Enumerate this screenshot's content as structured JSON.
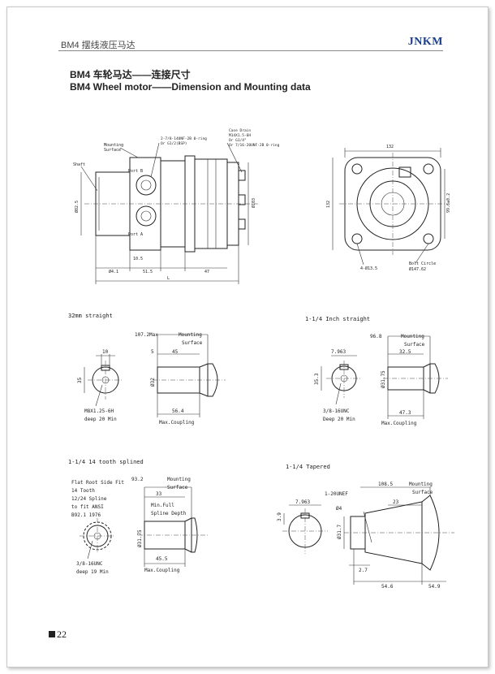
{
  "header": {
    "left": "BM4 摆线液压马达",
    "brand": "JNKM"
  },
  "titles": {
    "cn": "BM4 车轮马达——连接尺寸",
    "en": "BM4 Wheel motor——Dimension and Mounting data"
  },
  "main_drawing": {
    "shaft": "Shaft",
    "mounting_surface_1": "Mounting",
    "mounting_surface_2": "Surface",
    "port_b": "Port B",
    "port_a": "Port A",
    "port_note_1": "2-7/8-14UNF-2B 0-ring",
    "port_note_2": "Or G1/2(BSP)",
    "case_drain_1": "Case Drain",
    "case_drain_2": "M14X1.5-6H",
    "case_drain_3": "Or G1/4\"",
    "case_drain_4": "Or 7/16-20UNF-2B 0-ring",
    "dia_left": "Ø82.5",
    "dia_right": "Ø103",
    "dim_bottom_1": "Ø4.1",
    "dim_bottom_2": "10.5",
    "dim_bottom_3": "51.5",
    "dim_bottom_4": "47",
    "dim_overall": "L"
  },
  "front_view": {
    "width": "132",
    "height": "132",
    "square": "99.6±0.2",
    "holes": "4-Ø13.5",
    "bolt_circle_1": "Bolt Circle",
    "bolt_circle_2": "Ø147.62"
  },
  "shaft_32mm": {
    "title": "32mm straight",
    "d1077": "107.2Max",
    "mount1": "Mounting",
    "mount2": "Surface",
    "d10": "10",
    "d5": "5",
    "d45": "45",
    "d35": "35",
    "d32": "Ø32",
    "d564": "56.4",
    "thread1": "M8X1.25-6H",
    "thread2": "deep 20 Min",
    "coupling": "Max.Coupling"
  },
  "shaft_114": {
    "title": "1-1/4 Inch straight",
    "d968": "96.8",
    "mount1": "Mounting",
    "mount2": "Surface",
    "d7963": "7.963",
    "d325": "32.5",
    "d353": "35.3",
    "d3175": "Ø31.75",
    "d473": "47.3",
    "thread1": "3/8-16UNC",
    "thread2": "Deep 20 Min",
    "coupling": "Max.Coupling"
  },
  "shaft_splined": {
    "title": "1-1/4 14 tooth splined",
    "spec1": "Flat Root Side Fit",
    "spec2": "14 Tooth",
    "spec3": "12/24 Spline",
    "spec4": "to fit ANSI",
    "spec5": "B92.1 1976",
    "d932": "93.2",
    "mount1": "Mounting",
    "mount2": "Surface",
    "d33": "33",
    "spline1": "Min.Full",
    "spline2": "Spline Depth",
    "d3175": "Ø31.75",
    "d455": "45.5",
    "thread1": "3/8-16UNC",
    "thread2": "deep 19 Min",
    "coupling": "Max.Coupling"
  },
  "shaft_tapered": {
    "title": "1-1/4 Tapered",
    "d1085": "108.5",
    "mount1": "Mounting",
    "mount2": "Surface",
    "d7963": "7.963",
    "unef": "1-20UNEF",
    "d4": "Ø4",
    "d23": "23",
    "d39": "3.9",
    "d317": "Ø31.7",
    "d27": "2.7",
    "d546": "54.6",
    "d549": "54.9"
  },
  "footer": {
    "page": "22"
  }
}
